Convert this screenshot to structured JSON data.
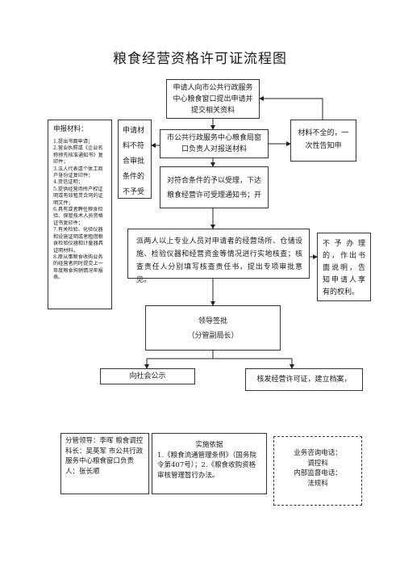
{
  "title": "粮食经营资格许可证流程图",
  "flow": {
    "apply": "申请人向市公共行政服务中心粮食窗口提出申请并提交相关资料",
    "materials": {
      "heading": "申报材料：",
      "items": [
        "1.提出书面申请；",
        "2.营业执照或《企业名称预先核准通知书》复印件；",
        "3.法人代表或个体工商户身份证复印件；",
        "4.资信证明；",
        "5.提供经营场所产权证明或有效租赁合同的证明文件；",
        "6.具有或者聘任粮食检验、保管技术人员资格证书复印件；",
        "7.有关检验、化验仪器和设施证明或者租借粮食检验仪器和计量器具证明材料。",
        "8.原从事粮食收购业务的经营者同时提交上一年度粮食购销情况年报表。"
      ]
    },
    "not_accepted": "申请材料不符合审批条件的不予受",
    "window_review": "市公共行政服务中心粮食局窗口负责人对报送材料",
    "incomplete": "材料不全的，一次性告知申",
    "accept": "对符合条件的予以受理，下达粮食经营许可受理通知书；开",
    "inspection": "派两人以上专业人员对申请者的经营场所、仓储设施、检验仪器和经营资金等情况进行实地核查；核查责任人分别填写核查责任书，提出专项审批意见。",
    "reject": "不予办理的，作出书面说明，告知申请人享有的权利。",
    "approval": {
      "line1": "领导签批",
      "line2": "（分管副局长）"
    },
    "publicize": "向社会公示",
    "issue": "核发经营许可证，建立档案，"
  },
  "info": {
    "leaders": "分管领导：李晖 粮食调控科长：吴英军 市公共行政服务中心粮食窗口负责人：张长顺",
    "basis": {
      "heading": "实施依据",
      "text": "1.《粮食流通管理条例》（国务院令第407号）；2.《粮食收购资格审核管理暂行办法。"
    },
    "contact": {
      "line1": "业务咨询电话：",
      "line2": "调控科",
      "line3": "内部监督电话：",
      "line4": "法规科"
    }
  }
}
